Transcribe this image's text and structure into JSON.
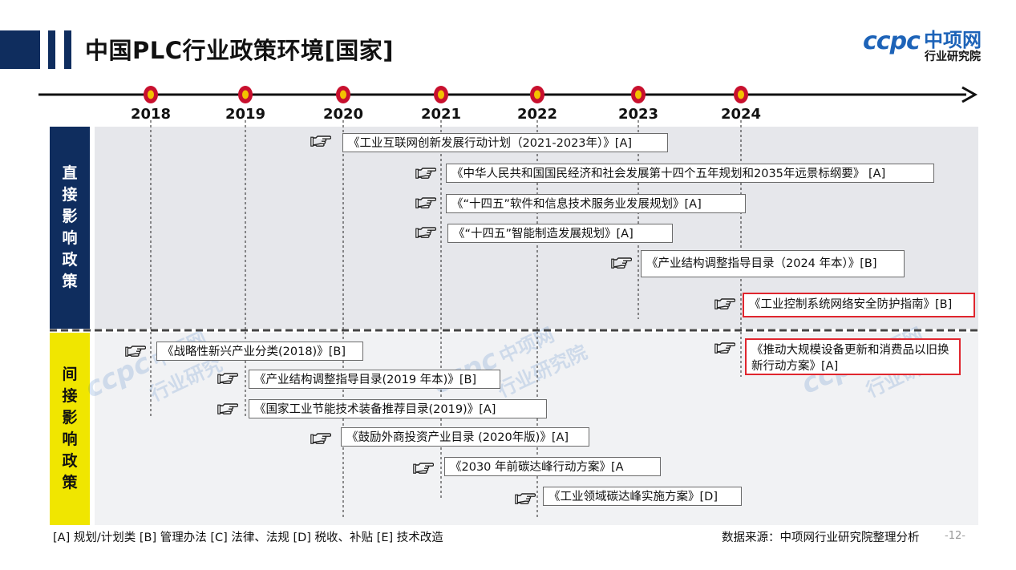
{
  "header": {
    "title": "中国PLC行业政策环境[国家]",
    "logo": {
      "mark": "ccpc",
      "name": "中项网",
      "subtitle": "行业研究院"
    }
  },
  "timeline": {
    "years": [
      "2018",
      "2019",
      "2020",
      "2021",
      "2022",
      "2023",
      "2024"
    ]
  },
  "sections": {
    "direct_label": "直接影响政策",
    "indirect_label": "间接影响政策"
  },
  "policies": {
    "direct": [
      {
        "text": "《工业互联网创新发展行动计划（2021-2023年）》[A]",
        "icon": "pointing-hand-icon",
        "highlight": false
      },
      {
        "text": "《中华人民共和国国民经济和社会发展第十四个五年规划和2035年远景标纲要》 [A]",
        "icon": "pointing-hand-icon",
        "highlight": false
      },
      {
        "text": "《“十四五”软件和信息技术服务业发展规划》[A]",
        "icon": "pointing-hand-icon",
        "highlight": false
      },
      {
        "text": "《“十四五”智能制造发展规划》[A]",
        "icon": "pointing-hand-icon",
        "highlight": false
      },
      {
        "text": "《产业结构调整指导目录（2024 年本）》[B]",
        "icon": "pointing-hand-icon",
        "highlight": false
      },
      {
        "text": "《工业控制系统网络安全防护指南》[B]",
        "icon": "pointing-hand-icon",
        "highlight": true
      }
    ],
    "indirect": [
      {
        "text": "《战略性新兴产业分类(2018)》[B]",
        "icon": "pointing-hand-icon",
        "highlight": false
      },
      {
        "text": "《产业结构调整指导目录(2019 年本)》[B]",
        "icon": "pointing-hand-icon",
        "highlight": false
      },
      {
        "text": "《国家工业节能技术装备推荐目录(2019)》[A]",
        "icon": "pointing-hand-icon",
        "highlight": false
      },
      {
        "text": "《鼓励外商投资产业目录 (2020年版)》[A]",
        "icon": "pointing-hand-icon",
        "highlight": false
      },
      {
        "text": "《2030 年前碳达峰行动方案》[A",
        "icon": "pointing-hand-icon",
        "highlight": false
      },
      {
        "text": "《工业领域碳达峰实施方案》[D]",
        "icon": "pointing-hand-icon",
        "highlight": false
      },
      {
        "text": "《推动大规模设备更新和消费品以旧换新行动方案》[A]",
        "icon": "pointing-hand-icon",
        "highlight": true
      }
    ]
  },
  "footer": {
    "legend": "[A] 规划/计划类   [B] 管理办法   [C] 法律、法规  [D] 税收、补贴  [E] 技术改造",
    "source": "数据来源：中项网行业研究院整理分析",
    "page": "-12-"
  },
  "colors": {
    "navy": "#0f2d5e",
    "yellow": "#f0e600",
    "highlight_red": "#e0262e",
    "marker_red": "#c8102e",
    "marker_gold": "#f2c200",
    "brand_blue": "#1d63b8"
  }
}
